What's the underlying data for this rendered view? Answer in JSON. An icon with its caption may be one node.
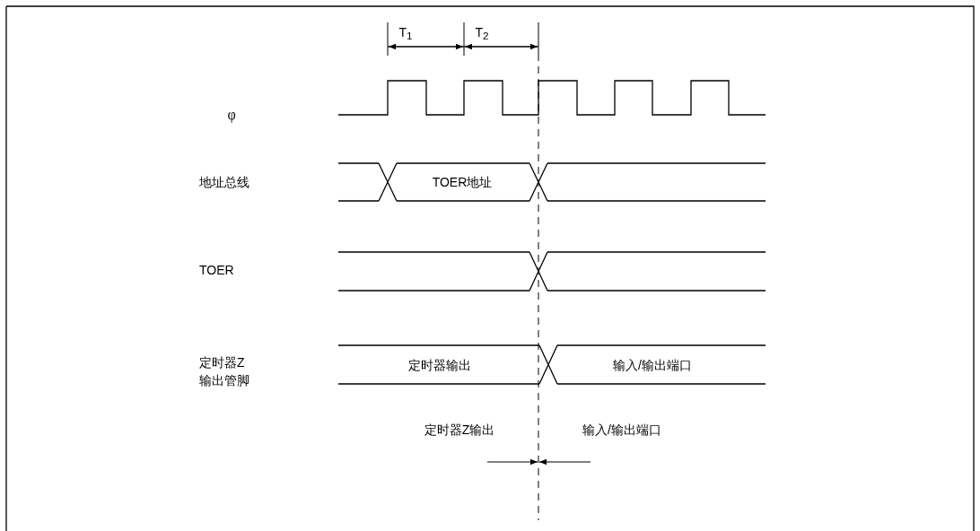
{
  "diagram": {
    "labels": [
      "T$_{1}$",
      "T$_{2}$",
      "φ",
      "地址总线",
      "TOER地址",
      "TOER",
      "定时器Z输出管脚",
      "定时器输出",
      "输入/输出端口",
      "定时器Z输出",
      "输入/输出端口"
    ]
  }
}
